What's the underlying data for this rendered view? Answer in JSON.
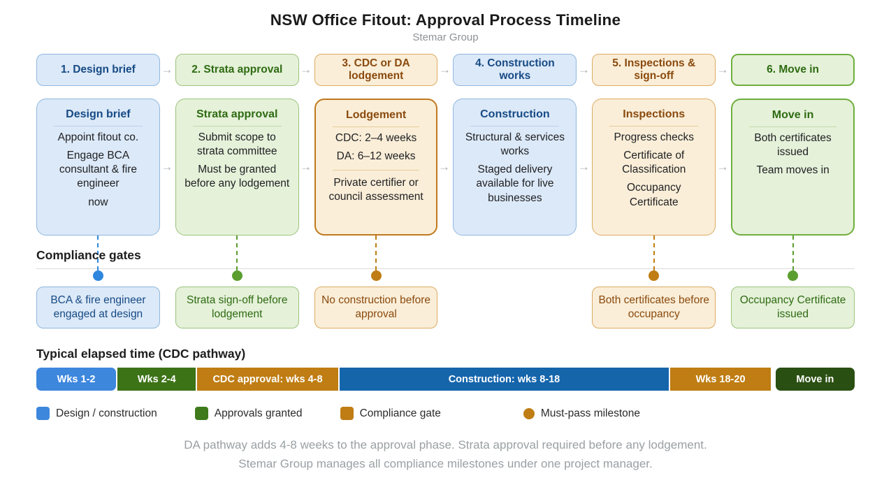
{
  "title": "NSW Office Fitout: Approval Process Timeline",
  "subtitle": "Stemar Group",
  "icons": {
    "arrow_right": "→"
  },
  "colors": {
    "blue_accent": "#2f87dd",
    "green_accent": "#5a9e2f",
    "orange_accent": "#bf7d13",
    "construction_blue": "#1565ab",
    "dark_green": "#2a4f12"
  },
  "phases": [
    {
      "chip": "1. Design brief",
      "card_title": "Design brief",
      "body": [
        "Appoint fitout co.",
        "Engage BCA consultant & fire engineer",
        "now"
      ]
    },
    {
      "chip": "2. Strata approval",
      "card_title": "Strata approval",
      "body": [
        "Submit scope to strata committee",
        "Must be granted before any lodgement"
      ]
    },
    {
      "chip": "3. CDC or DA lodgement",
      "card_title": "Lodgement",
      "body": [
        "CDC: 2–4 weeks",
        "DA: 6–12 weeks"
      ],
      "body2": [
        "Private certifier or council assessment"
      ]
    },
    {
      "chip": "4. Construction works",
      "card_title": "Construction",
      "body": [
        "Structural & services works",
        "Staged delivery available for live businesses"
      ]
    },
    {
      "chip": "5. Inspections & sign-off",
      "card_title": "Inspections",
      "body": [
        "Progress checks",
        "Certificate of Classification",
        "Occupancy Certificate"
      ]
    },
    {
      "chip": "6. Move in",
      "card_title": "Move in",
      "body": [
        "Both certificates issued",
        "Team moves in"
      ]
    }
  ],
  "gates": {
    "heading": "Compliance gates",
    "items": [
      {
        "label": "BCA & fire engineer engaged at design",
        "dot_color": "#2f87dd"
      },
      {
        "label": "Strata sign-off before lodgement",
        "dot_color": "#5a9e2f"
      },
      {
        "label": "No construction before approval",
        "dot_color": "#bf7d13"
      },
      {
        "label": "Both certificates before occupancy",
        "dot_color": "#bf7d13"
      },
      {
        "label": "Occupancy Certificate issued",
        "dot_color": "#5a9e2f"
      }
    ]
  },
  "timeline": {
    "heading": "Typical elapsed time (CDC pathway)",
    "segments": [
      {
        "label": "Wks 1-2",
        "color": "#3d87dd"
      },
      {
        "label": "Wks 2-4",
        "color": "#3d7317"
      },
      {
        "label": "CDC approval: wks 4-8",
        "color": "#bf7d13"
      },
      {
        "label": "Construction: wks 8-18",
        "color": "#1565ab"
      },
      {
        "label": "Wks 18-20",
        "color": "#bf7d13"
      },
      {
        "label": "Move in",
        "color": "#2a4f12"
      }
    ]
  },
  "legend": {
    "items": [
      {
        "label": "Design / construction",
        "color": "#3d87dd",
        "shape": "square"
      },
      {
        "label": "Approvals granted",
        "color": "#3f7a1c",
        "shape": "square"
      },
      {
        "label": "Compliance gate",
        "color": "#bf7d13",
        "shape": "square"
      },
      {
        "label": "Must-pass milestone",
        "color": "#bf7d13",
        "shape": "circle"
      }
    ]
  },
  "footer": {
    "line1": "DA pathway adds 4-8 weeks to the approval phase. Strata approval required before any lodgement.",
    "line2": "Stemar Group manages all compliance milestones under one project manager."
  }
}
